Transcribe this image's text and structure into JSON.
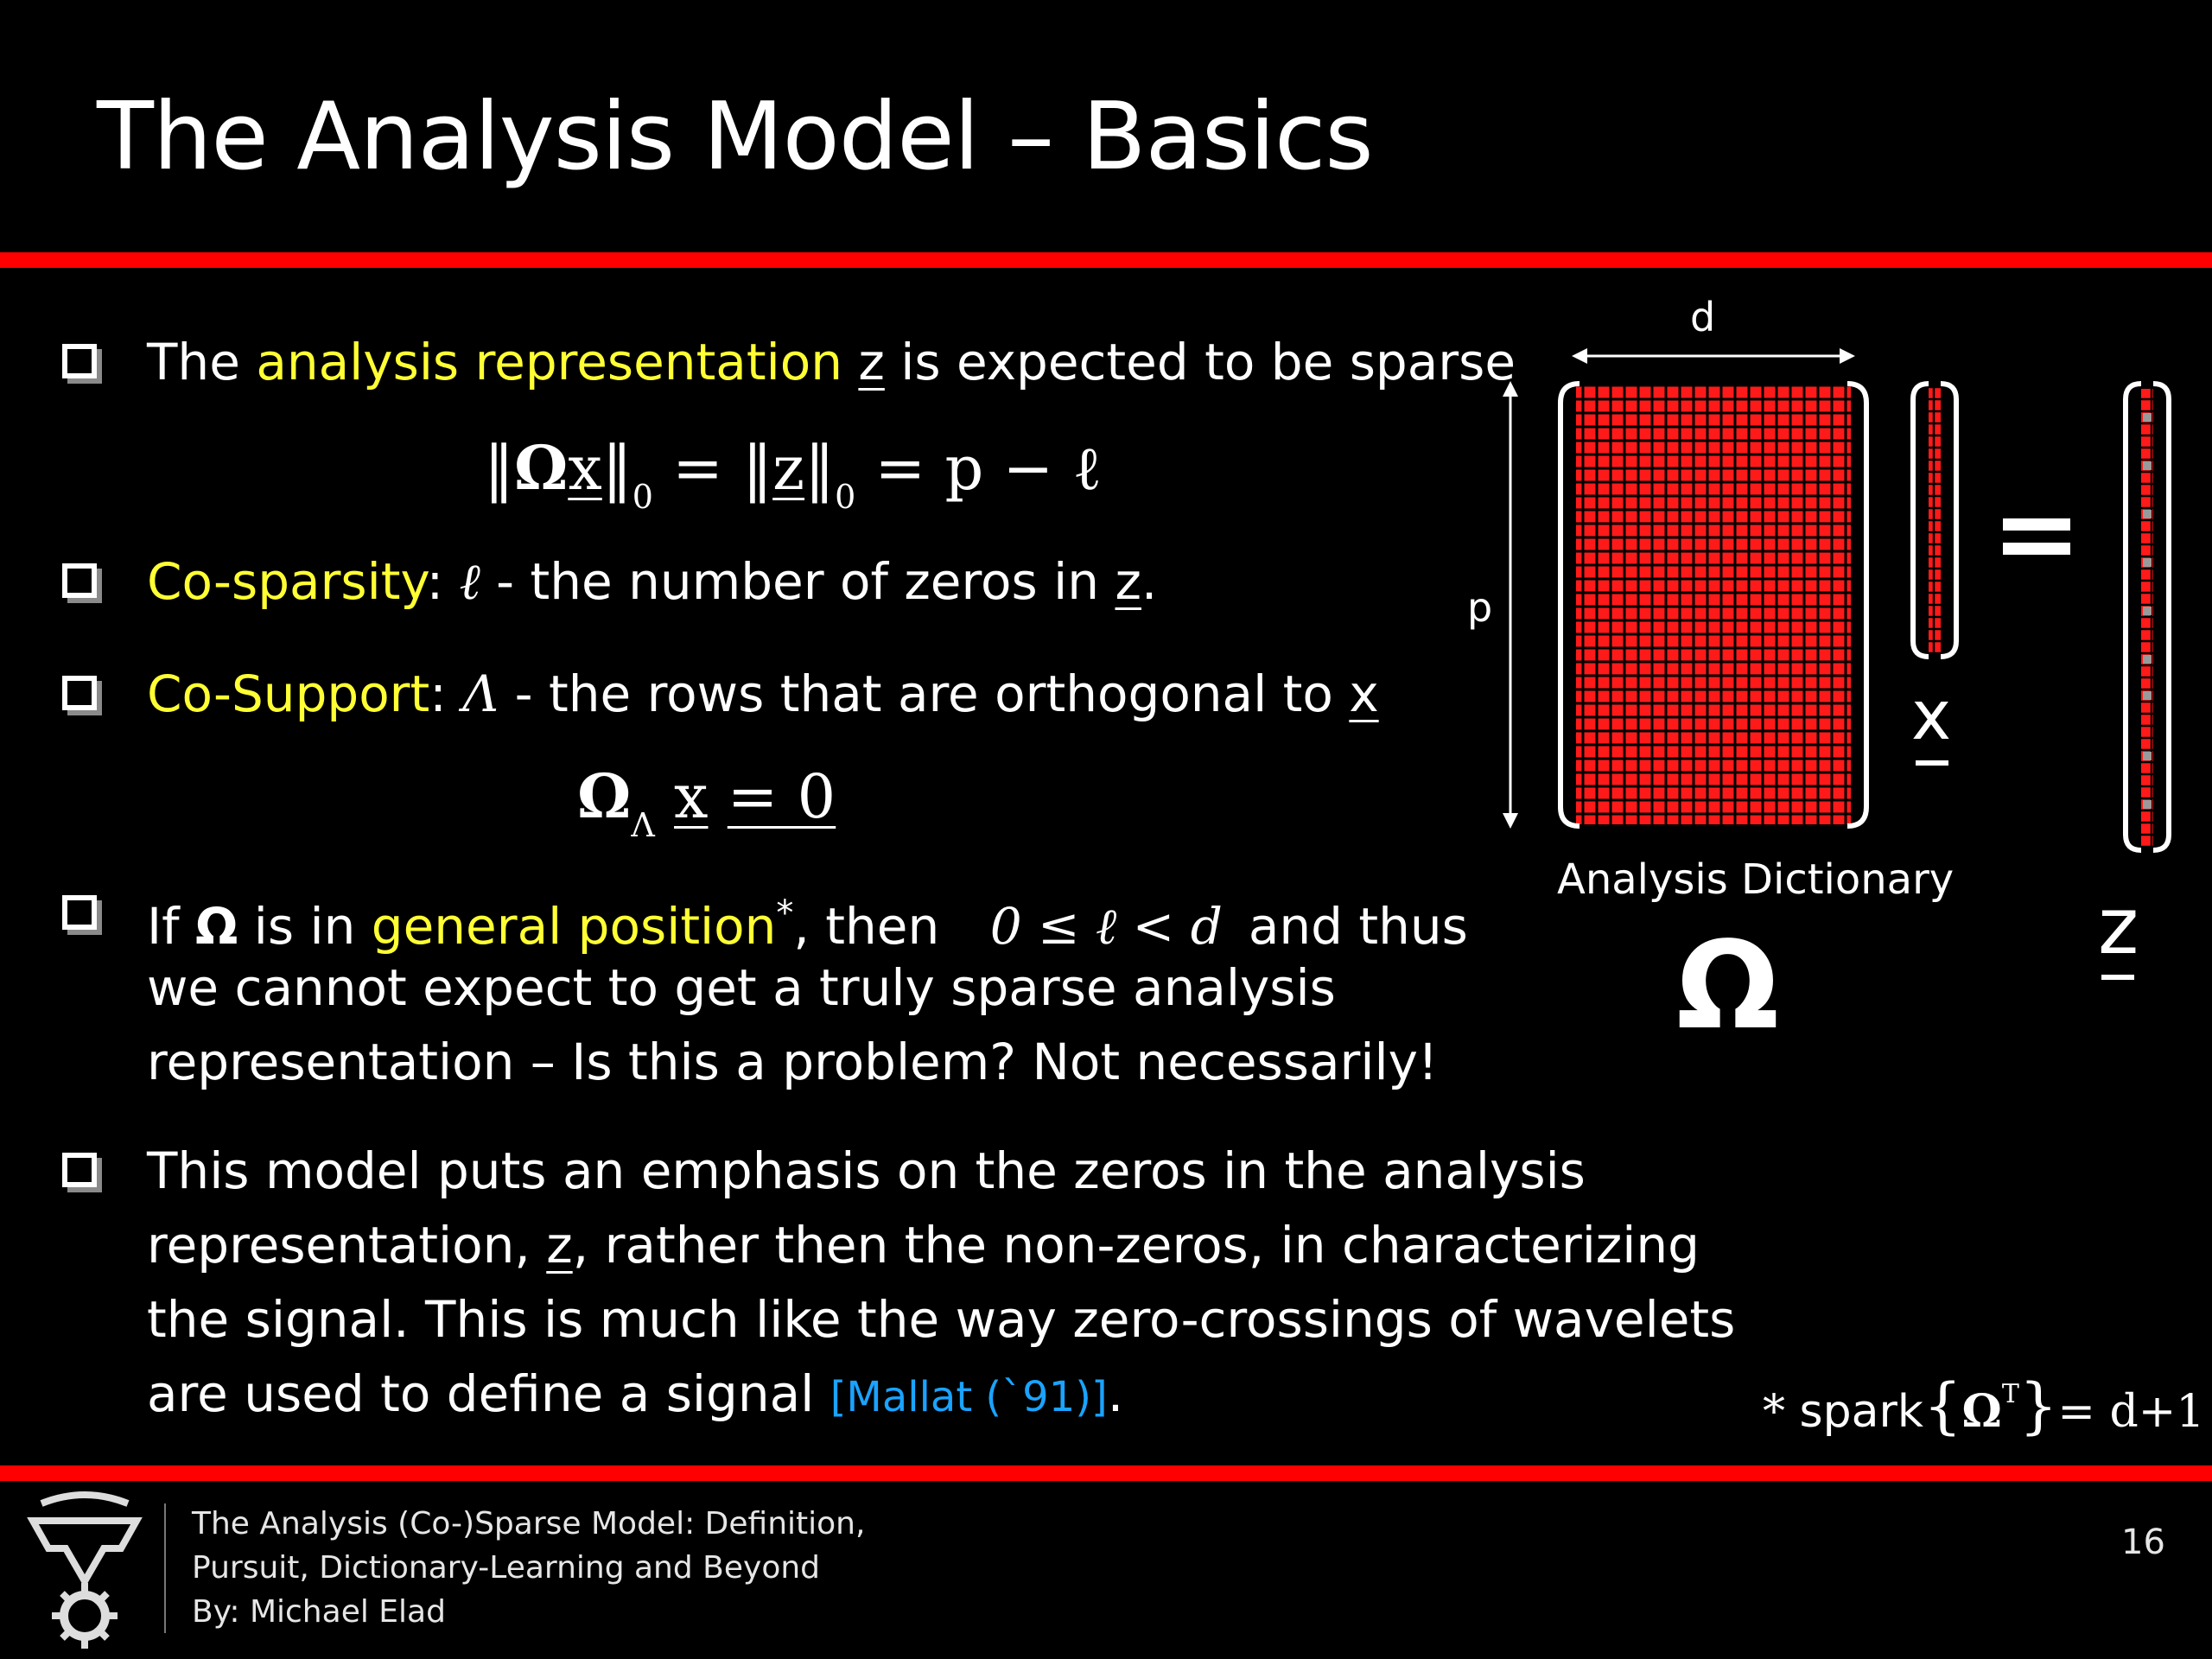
{
  "title": "The Analysis Model – Basics",
  "colors": {
    "accent": "#ff0000",
    "highlight": "#ffff33",
    "citation": "#1aa3ff",
    "background": "#000000"
  },
  "bullets": {
    "b1": {
      "before": "The ",
      "highlight": "analysis representation",
      "var": "z",
      "after": " is expected to be sparse"
    },
    "eq1": {
      "omega": "Ω",
      "x": "x",
      "zero": "0",
      "eq": "=",
      "z": "z",
      "rhs": "p − ℓ"
    },
    "b2": {
      "highlight": "Co-sparsity",
      "colon": ":",
      "ell": "ℓ",
      "after": " - the number of zeros in ",
      "var": "z",
      "end": "."
    },
    "b3": {
      "highlight": "Co-Support",
      "colon": ":",
      "lam": "Λ",
      "after": " - the rows that are orthogonal to ",
      "var": "x"
    },
    "eq2": {
      "omega": "Ω",
      "lam": "Λ",
      "x": "x",
      "rhs": "= 0"
    },
    "b4": {
      "line1a": "If ",
      "omega": "Ω",
      "line1b": " is in ",
      "highlight": "general position",
      "star": "*",
      "line1c": ", then",
      "ineq": "0 ≤ ℓ < d",
      "line1d": "and thus",
      "line2": "we cannot expect to get a truly sparse analysis",
      "line3": "representation – Is this a problem? Not necessarily!"
    },
    "b5": {
      "line1": "This model puts an emphasis on the zeros in the analysis",
      "line2a": "representation, ",
      "var": "z",
      "line2b": ", rather then the non-zeros, in characterizing",
      "line3": "the signal. This is much like the way zero-crossings of wavelets",
      "line4a": "are used to define a signal ",
      "cite": "[Mallat (`91)]",
      "line4b": "."
    }
  },
  "figure": {
    "d_label": "d",
    "p_label": "p",
    "x_label": "x",
    "z_label": "z",
    "equals": "=",
    "dict_caption": "Analysis Dictionary",
    "omega_label": "Ω"
  },
  "footnote": {
    "star": "*",
    "text": "spark",
    "omega": "Ω",
    "T": "T",
    "rhs": "= d+1"
  },
  "footer": {
    "line1": "The Analysis (Co-)Sparse Model: Definition,",
    "line2": "Pursuit, Dictionary-Learning and Beyond",
    "line3": "By: Michael Elad",
    "page": "16"
  }
}
